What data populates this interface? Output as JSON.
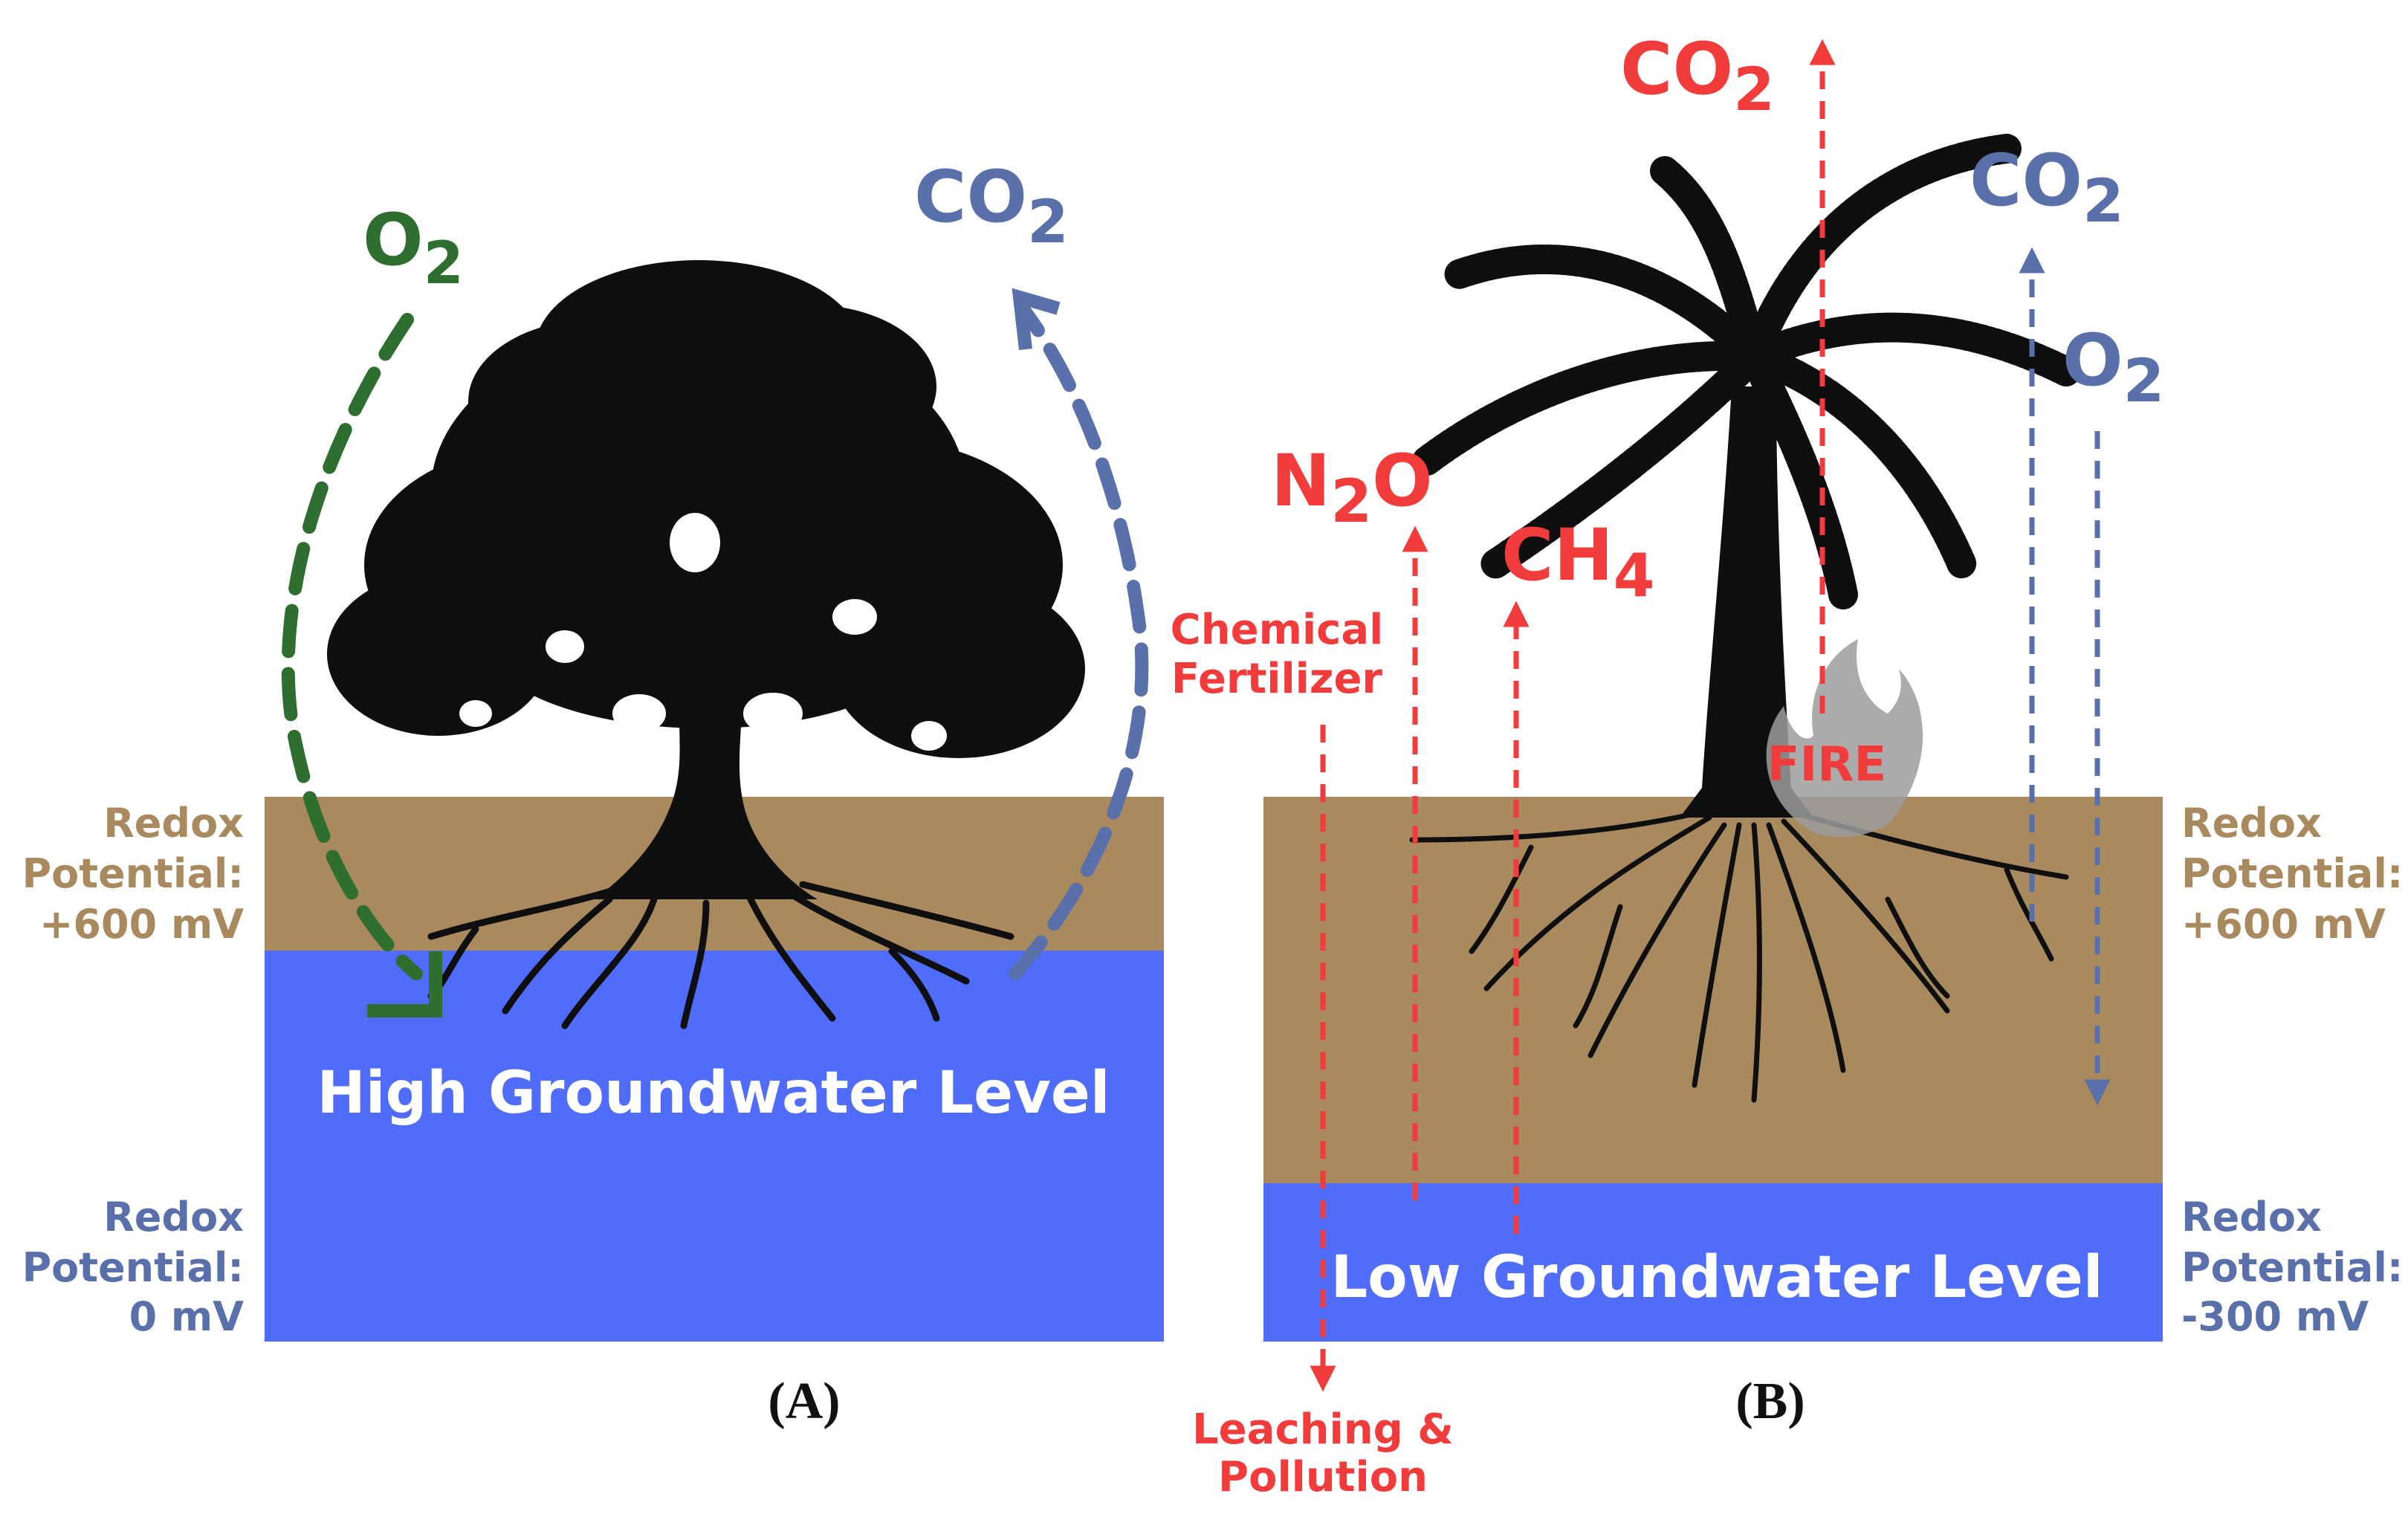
{
  "colors": {
    "soil": "#a88a5e",
    "water": "#4f6cfa",
    "green": "#2e6e2f",
    "blue_gray": "#5a70aa",
    "red": "#f23b3b",
    "plant": "#0f0f0f",
    "fire": "#9c9c9c"
  },
  "panel_a": {
    "caption": "(A)",
    "oxygen_label": "O",
    "oxygen_sub": "2",
    "co2_label": "CO",
    "co2_sub": "2",
    "water_label": "High Groundwater Level",
    "redox_upper": {
      "line1": "Redox",
      "line2": "Potential:",
      "line3": "+600 mV"
    },
    "redox_lower": {
      "line1": "Redox",
      "line2": "Potential:",
      "line3": "0 mV"
    },
    "icons": [
      "tree-icon",
      "arrow-down-icon",
      "arrow-up-icon"
    ]
  },
  "panel_b": {
    "caption": "(B)",
    "co2_fire_label": "CO",
    "co2_fire_sub": "2",
    "co2_label": "CO",
    "co2_sub": "2",
    "o2_label": "O",
    "o2_sub": "2",
    "n2o_pre": "N",
    "n2o_sub": "2",
    "n2o_post": "O",
    "ch4_pre": "CH",
    "ch4_sub": "4",
    "fertilizer_line1": "Chemical",
    "fertilizer_line2": "Fertilizer",
    "leaching_line1": "Leaching &",
    "leaching_line2": "Pollution",
    "fire_label": "FIRE",
    "water_label": "Low Groundwater Level",
    "redox_upper": {
      "line1": "Redox",
      "line2": "Potential:",
      "line3": "+600 mV"
    },
    "redox_lower": {
      "line1": "Redox",
      "line2": "Potential:",
      "line3": "-300 mV"
    },
    "icons": [
      "palm-tree-icon",
      "fire-icon",
      "arrow-up-icon",
      "arrow-down-icon"
    ]
  }
}
